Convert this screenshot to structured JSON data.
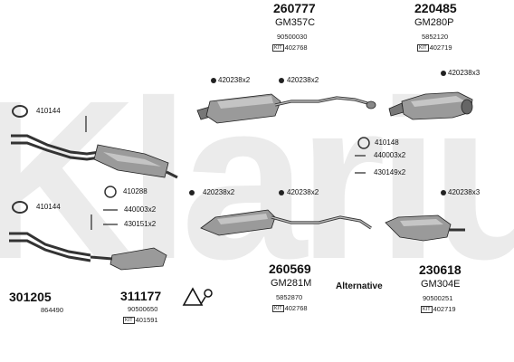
{
  "colors": {
    "watermark": "#e8e8e8",
    "part_fill": "#9a9a9a",
    "part_dark": "#3a3a3a",
    "text": "#111111"
  },
  "watermark_text": "Klarius",
  "parts": [
    {
      "number": "260777",
      "code": "GM357C",
      "oe": "90500030",
      "ref": "402768"
    },
    {
      "number": "220485",
      "code": "GM280P",
      "oe": "5852120",
      "ref": "402719"
    },
    {
      "number": "260569",
      "code": "GM281M",
      "oe": "5852870",
      "ref": "402768"
    },
    {
      "number": "230618",
      "code": "GM304E",
      "oe": "90500251",
      "ref": "402719"
    },
    {
      "number": "301205",
      "oe": "864490"
    },
    {
      "number": "311177",
      "oe": "90500650",
      "ref": "401591"
    }
  ],
  "fittings": {
    "f1": "420238x2",
    "f2": "420238x2",
    "f3": "420238x3",
    "f4": "410144",
    "f5": "410148",
    "f6": "440003x2",
    "f7": "430149x2",
    "f8": "410288",
    "f9": "420238x2",
    "f10": "420238x2",
    "f11": "420238x3",
    "f12": "410144",
    "f13": "440003x2",
    "f14": "430151x2"
  },
  "alternative_label": "Alternative",
  "icons": [
    "warning-triangle-icon",
    "key-icon",
    "clamp-icon",
    "gasket-ring-icon",
    "bolt-icon",
    "rubber-hanger-icon"
  ]
}
